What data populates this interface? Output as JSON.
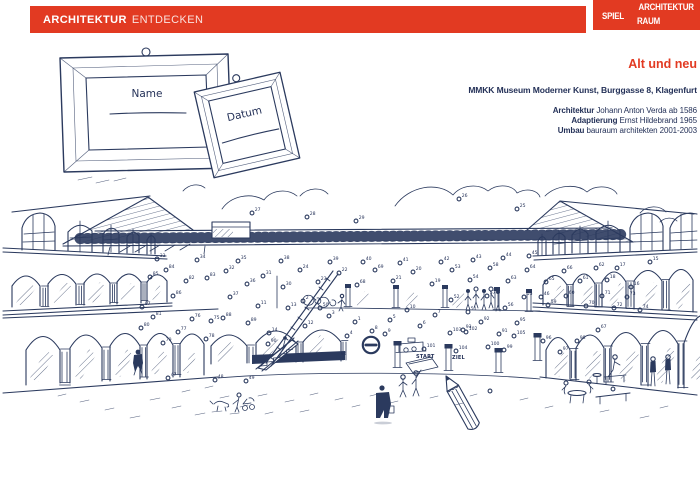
{
  "colors": {
    "accent_red": "#e23a22",
    "ink_navy": "#2b3a5e",
    "paper": "#ffffff"
  },
  "header": {
    "brand_bold": "ARCHITEKTUR",
    "brand_light": "ENTDECKEN"
  },
  "logo": {
    "line1": "ARCHITEKTUR",
    "word_left": "SPIEL",
    "word_right": "RAUM"
  },
  "info": {
    "title": "Alt und neu",
    "subtitle": "MMKK Museum Moderner Kunst, Burggasse 8, Klagenfurt",
    "credits": [
      {
        "label": "Architektur",
        "value": "Johann Anton Verda ab 1586"
      },
      {
        "label": "Adaptierung",
        "value": "Ernst Hildebrand 1965"
      },
      {
        "label": "Umbau",
        "value": "bauraum architekten 2001-2003"
      }
    ]
  },
  "worksheet": {
    "name_label": "Name",
    "date_label": "Datum"
  },
  "puzzle": {
    "start_label": "START",
    "ziel_label": "ZIEL",
    "dots": [
      [
        355,
        322,
        "1"
      ],
      [
        303,
        301,
        "2"
      ],
      [
        329,
        316,
        "3"
      ],
      [
        347,
        336,
        "4"
      ],
      [
        390,
        320,
        "5"
      ],
      [
        420,
        326,
        "6"
      ],
      [
        435,
        315,
        "7"
      ],
      [
        372,
        331,
        "8"
      ],
      [
        385,
        334,
        "9"
      ],
      [
        407,
        310,
        "10"
      ],
      [
        258,
        306,
        "11"
      ],
      [
        305,
        326,
        "12"
      ],
      [
        288,
        308,
        "13"
      ],
      [
        269,
        333,
        "14"
      ],
      [
        650,
        262,
        "15"
      ],
      [
        631,
        287,
        "16"
      ],
      [
        617,
        268,
        "17"
      ],
      [
        607,
        280,
        "18"
      ],
      [
        432,
        284,
        "19"
      ],
      [
        413,
        272,
        "20"
      ],
      [
        393,
        281,
        "21"
      ],
      [
        339,
        273,
        "22"
      ],
      [
        318,
        282,
        "23"
      ],
      [
        300,
        270,
        "24"
      ],
      [
        517,
        209,
        "25"
      ],
      [
        459,
        199,
        "26"
      ],
      [
        252,
        213,
        "27"
      ],
      [
        307,
        217,
        "28"
      ],
      [
        356,
        221,
        "29"
      ],
      [
        283,
        287,
        "30"
      ],
      [
        263,
        276,
        "31"
      ],
      [
        226,
        271,
        "32"
      ],
      [
        157,
        259,
        "33"
      ],
      [
        197,
        260,
        "34"
      ],
      [
        238,
        261,
        "35"
      ],
      [
        247,
        284,
        "36"
      ],
      [
        230,
        297,
        "37"
      ],
      [
        281,
        261,
        "38"
      ],
      [
        330,
        262,
        "39"
      ],
      [
        363,
        262,
        "40"
      ],
      [
        400,
        263,
        "41"
      ],
      [
        441,
        262,
        "42"
      ],
      [
        473,
        260,
        "43"
      ],
      [
        503,
        258,
        "44"
      ],
      [
        529,
        256,
        "45"
      ],
      [
        541,
        297,
        "46"
      ],
      [
        168,
        378,
        "47"
      ],
      [
        215,
        380,
        "48"
      ],
      [
        246,
        381,
        "49"
      ],
      [
        320,
        308,
        "50"
      ],
      [
        468,
        312,
        "51"
      ],
      [
        451,
        300,
        "52"
      ],
      [
        452,
        270,
        "53"
      ],
      [
        470,
        280,
        "54"
      ],
      [
        524,
        297,
        "55"
      ],
      [
        505,
        308,
        "56"
      ],
      [
        487,
        296,
        "57"
      ],
      [
        490,
        268,
        "58"
      ],
      [
        548,
        305,
        "59"
      ],
      [
        566,
        296,
        "60"
      ],
      [
        580,
        281,
        "61"
      ],
      [
        596,
        268,
        "62"
      ],
      [
        508,
        281,
        "63"
      ],
      [
        527,
        270,
        "64"
      ],
      [
        546,
        282,
        "65"
      ],
      [
        564,
        271,
        "66"
      ],
      [
        598,
        330,
        "67"
      ],
      [
        357,
        285,
        "68"
      ],
      [
        375,
        270,
        "69"
      ],
      [
        586,
        306,
        "70"
      ],
      [
        602,
        296,
        "71"
      ],
      [
        614,
        308,
        "72"
      ],
      [
        627,
        297,
        "73"
      ],
      [
        640,
        310,
        "74"
      ],
      [
        211,
        321,
        "75"
      ],
      [
        192,
        319,
        "76"
      ],
      [
        178,
        332,
        "77"
      ],
      [
        206,
        339,
        "78"
      ],
      [
        163,
        343,
        "79"
      ],
      [
        141,
        328,
        "80"
      ],
      [
        153,
        317,
        "81"
      ],
      [
        186,
        281,
        "82"
      ],
      [
        207,
        278,
        "83"
      ],
      [
        166,
        270,
        "84"
      ],
      [
        150,
        277,
        "85"
      ],
      [
        173,
        296,
        "86"
      ],
      [
        142,
        307,
        "87"
      ],
      [
        223,
        318,
        "88"
      ],
      [
        248,
        323,
        "89"
      ],
      [
        268,
        344,
        "90"
      ],
      [
        499,
        334,
        "91"
      ],
      [
        481,
        322,
        "92"
      ],
      [
        463,
        330,
        "93"
      ],
      [
        338,
        357,
        "94"
      ],
      [
        517,
        323,
        "95"
      ],
      [
        543,
        341,
        "96"
      ],
      [
        560,
        352,
        "97"
      ],
      [
        577,
        341,
        "98"
      ],
      [
        504,
        350,
        "99"
      ],
      [
        488,
        347,
        "100"
      ],
      [
        424,
        349,
        "101"
      ],
      [
        466,
        332,
        "102"
      ],
      [
        450,
        333,
        "103"
      ],
      [
        456,
        351,
        "104"
      ],
      [
        514,
        336,
        "105"
      ],
      [
        490,
        391,
        ""
      ],
      [
        613,
        389,
        ""
      ]
    ]
  }
}
